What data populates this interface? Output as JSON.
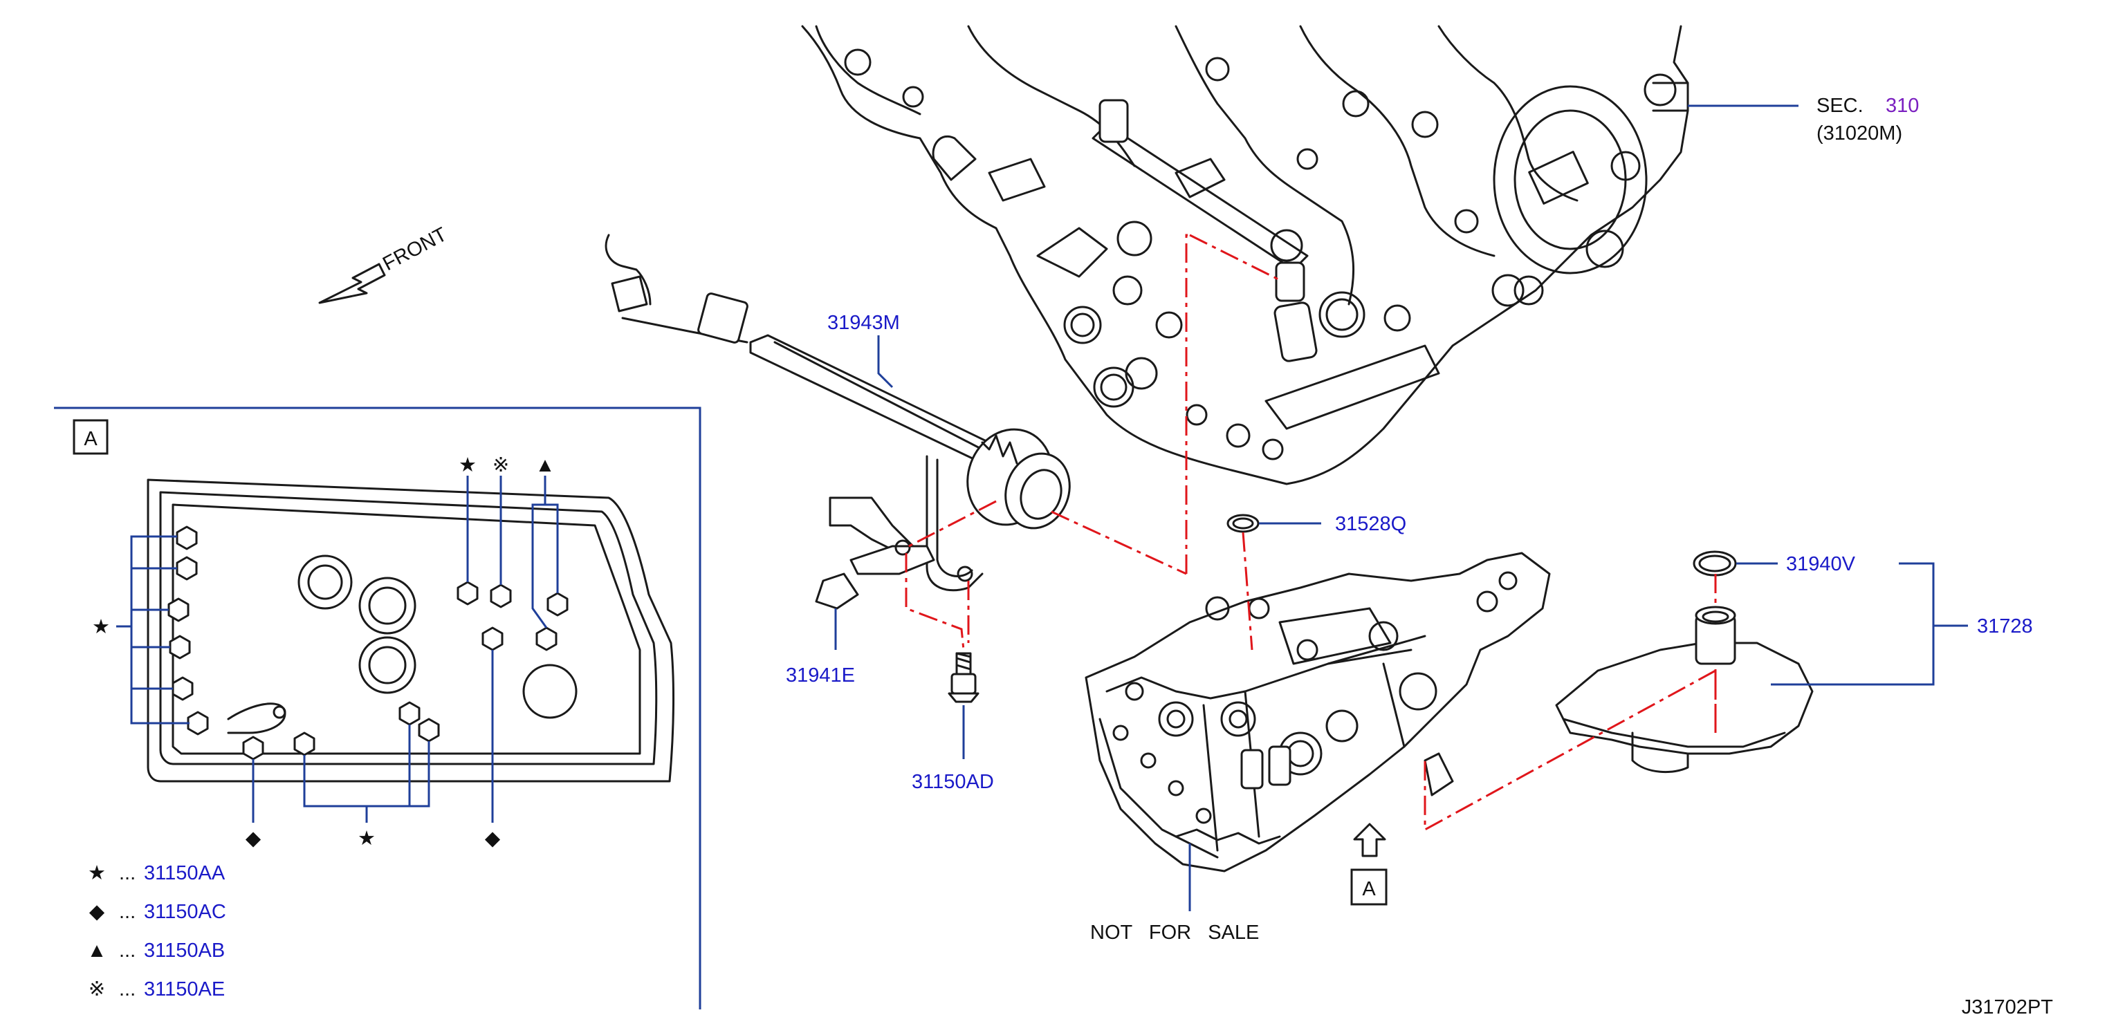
{
  "diagram_id": "J31702PT",
  "front_label": "FRONT",
  "view_a_label": "A",
  "reference": {
    "sec_prefix": "SEC.",
    "sec_number": "310",
    "sec_part": "(31020M)"
  },
  "callouts": {
    "harness": "31943M",
    "bracket": "31941E",
    "bolt": "31150AD",
    "oring_small": "31528Q",
    "oring_strainer": "31940V",
    "strainer_assy": "31728",
    "not_for_sale": "NOT   FOR   SALE"
  },
  "legend": [
    {
      "symbol": "★",
      "dots": "...",
      "part": "31150AA"
    },
    {
      "symbol": "◆",
      "dots": "...",
      "part": "31150AC"
    },
    {
      "symbol": "▲",
      "dots": "...",
      "part": "31150AB"
    },
    {
      "symbol": "※",
      "dots": "...",
      "part": "31150AE"
    }
  ],
  "detail_symbols": {
    "star": "★",
    "diamond": "◆",
    "triangle": "▲",
    "kome": "※"
  },
  "colors": {
    "callout_text": "#1a1ac8",
    "leader_line": "#1f3f9a",
    "phantom_line": "#e0161b",
    "section_number": "#7a1fc0",
    "ink": "#1a1a1a"
  }
}
